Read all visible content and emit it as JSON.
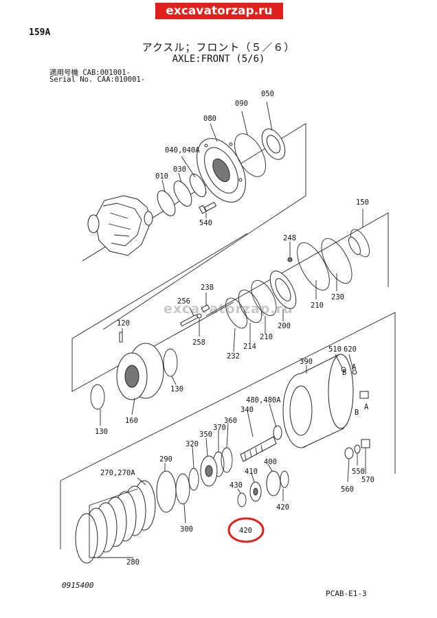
{
  "watermark_top": "excavatorzap.ru",
  "watermark_mid": "excavatorzap.ru",
  "page_number": "159A",
  "title_jp": "アクスル；フロント（５／６）",
  "title_en": "AXLE:FRONT (5/6)",
  "serial": {
    "line1_label": "適用号機",
    "line1_value": "CAB:001001-",
    "line2_label": "Serial No.",
    "line2_value": "CAA:010001-"
  },
  "part_labels": {
    "p050": "050",
    "p090": "090",
    "p080": "080",
    "p040": "040,040A",
    "p030": "030",
    "p010": "010",
    "p540": "540",
    "p150": "150",
    "p248": "248",
    "p210a": "210",
    "p230": "230",
    "p238": "238",
    "p256": "256",
    "p258": "258",
    "p214": "214",
    "p210b": "210",
    "p200": "200",
    "p232": "232",
    "p120": "120",
    "p130a": "130",
    "p160": "160",
    "p130b": "130",
    "p510": "510",
    "p620": "620",
    "pA1": "A",
    "pB1": "B",
    "pB2": "B",
    "pA2": "A",
    "p390": "390",
    "p480": "480,480A",
    "p340": "340",
    "p360": "360",
    "p370": "370",
    "p350": "350",
    "p320": "320",
    "p290": "290",
    "p270": "270,270A",
    "p400": "400",
    "p410": "410",
    "p430": "430",
    "p420a": "420",
    "p420b": "420",
    "p300": "300",
    "p280": "280",
    "p560": "560",
    "p550": "550",
    "p570": "570"
  },
  "highlight_color": "#e0201a",
  "footer_left": "0915400",
  "footer_right": "PCAB-E1-3"
}
